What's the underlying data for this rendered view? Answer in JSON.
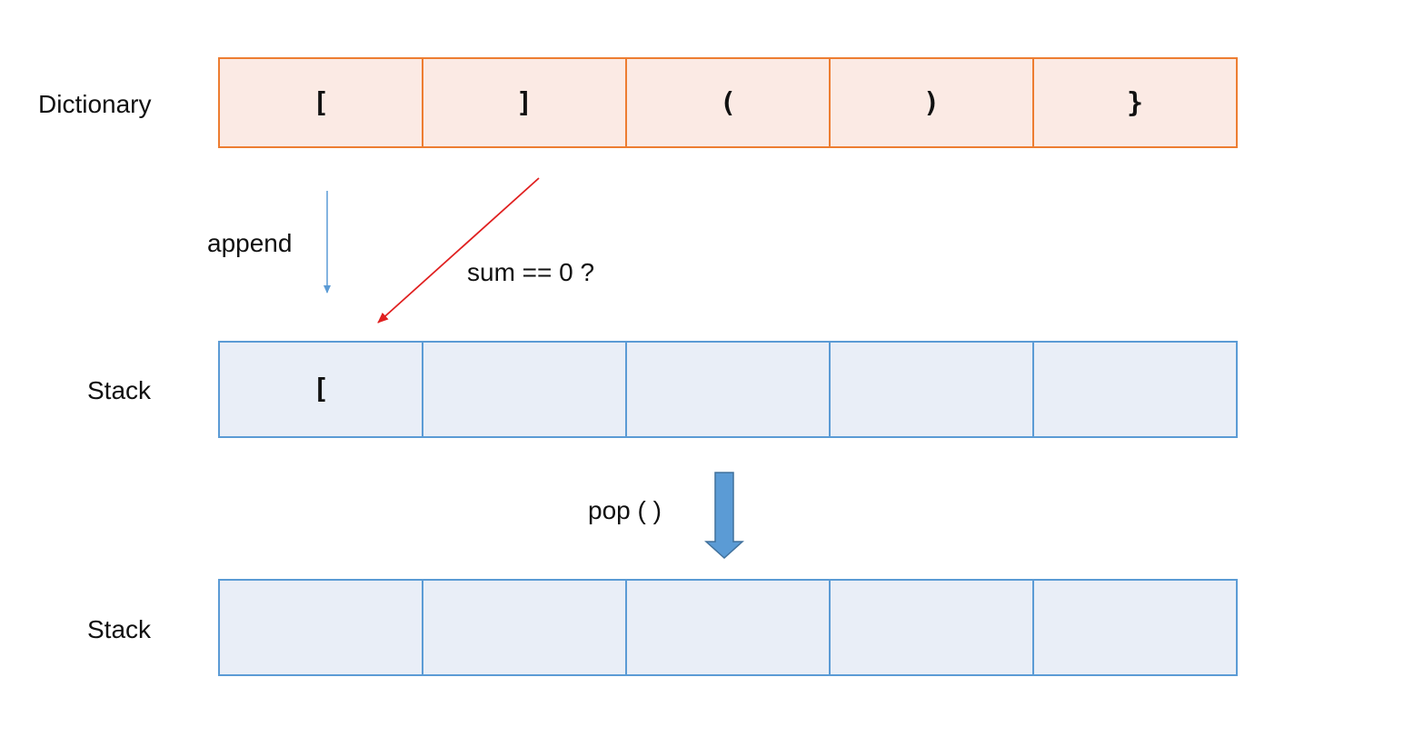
{
  "dictionary": {
    "label": "Dictionary",
    "cells": [
      "[",
      "]",
      "(",
      ")",
      "}"
    ]
  },
  "stack_before": {
    "label": "Stack",
    "cells": [
      "[",
      "",
      "",
      "",
      ""
    ]
  },
  "stack_after": {
    "label": "Stack",
    "cells": [
      "",
      "",
      "",
      "",
      ""
    ]
  },
  "operations": {
    "append": "append",
    "check": "sum == 0 ?",
    "pop": "pop ( )"
  },
  "colors": {
    "dict_border": "#ED7D31",
    "dict_fill": "#FBEAE4",
    "stack_border": "#5B9BD5",
    "stack_fill": "#E9EEF7",
    "check_arrow": "#E02020",
    "append_arrow": "#5B9BD5",
    "pop_arrow": "#5B9BD5"
  },
  "icons": [
    "append-arrow-icon",
    "check-arrow-icon",
    "pop-arrow-icon"
  ]
}
